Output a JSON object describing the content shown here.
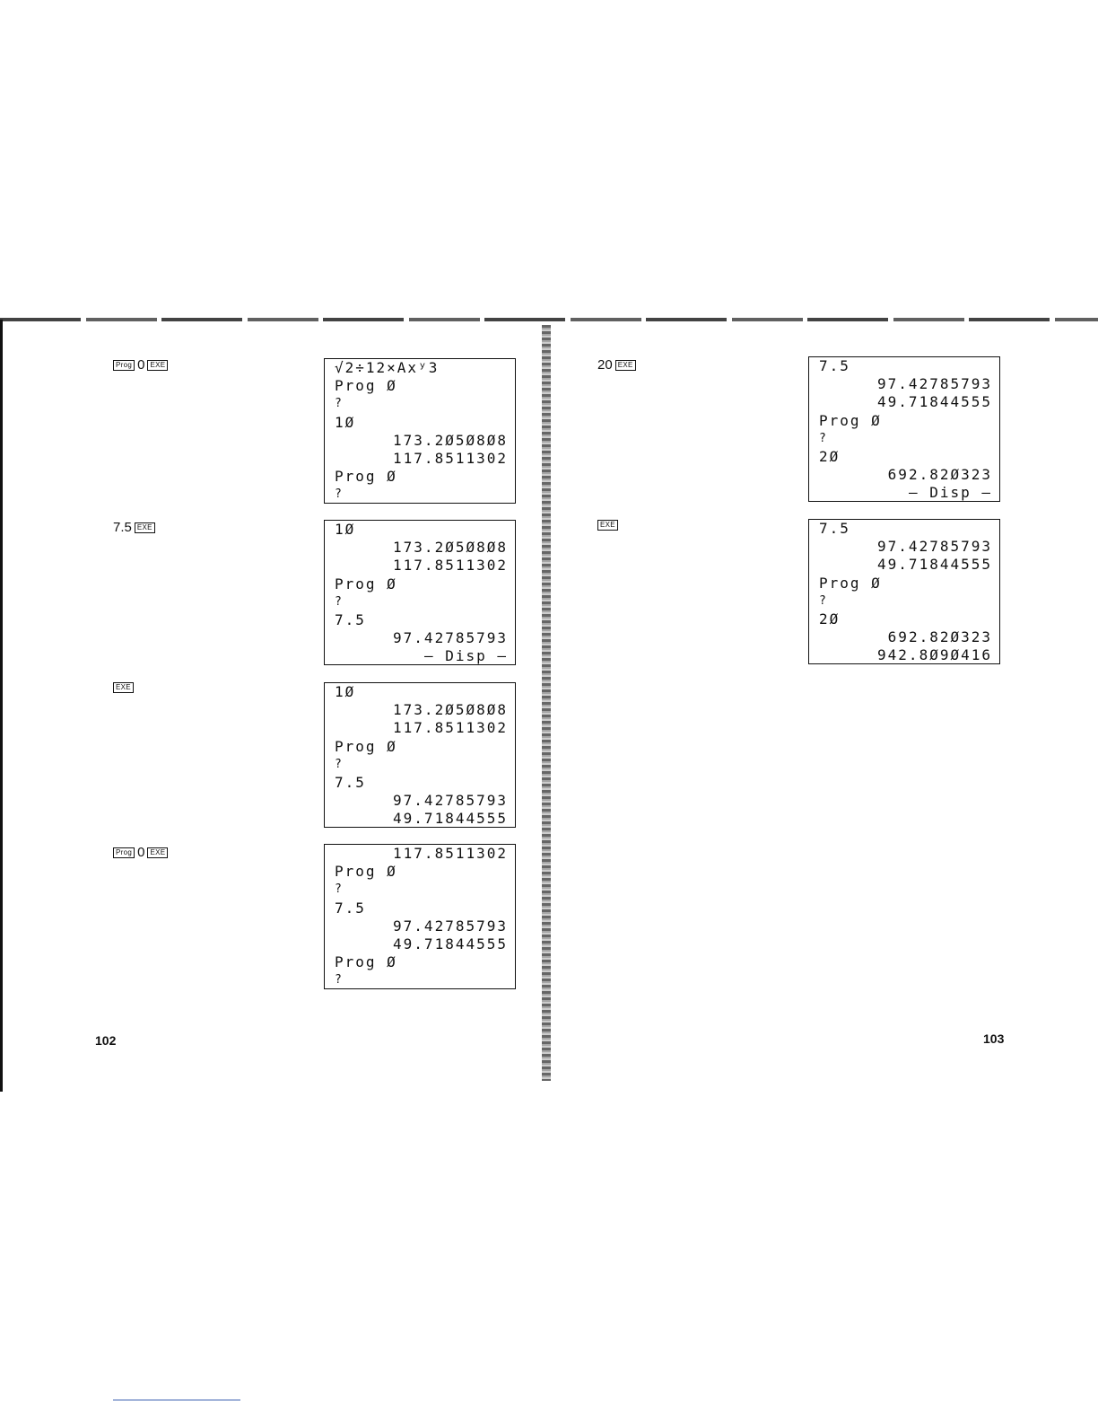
{
  "left_page": {
    "number": "102",
    "steps": [
      {
        "keys": [
          {
            "type": "key",
            "text": "Prog"
          },
          {
            "type": "text",
            "text": "0"
          },
          {
            "type": "key",
            "text": "EXE"
          }
        ],
        "screen": [
          {
            "text": "√2÷12×Axʸ3",
            "align": "left"
          },
          {
            "text": "Prog Ø",
            "align": "left"
          },
          {
            "text": "?",
            "align": "left",
            "small": true
          },
          {
            "text": "1Ø",
            "align": "left"
          },
          {
            "text": "173.2Ø5Ø8Ø8",
            "align": "right"
          },
          {
            "text": "117.8511302",
            "align": "right"
          },
          {
            "text": "Prog Ø",
            "align": "left"
          },
          {
            "text": "?",
            "align": "left",
            "small": true
          }
        ]
      },
      {
        "keys": [
          {
            "type": "text",
            "text": "7.5"
          },
          {
            "type": "key",
            "text": "EXE"
          }
        ],
        "screen": [
          {
            "text": "1Ø",
            "align": "left"
          },
          {
            "text": "173.2Ø5Ø8Ø8",
            "align": "right"
          },
          {
            "text": "117.8511302",
            "align": "right"
          },
          {
            "text": "Prog Ø",
            "align": "left"
          },
          {
            "text": "?",
            "align": "left",
            "small": true
          },
          {
            "text": "7.5",
            "align": "left"
          },
          {
            "text": "97.42785793",
            "align": "right"
          },
          {
            "text": "— Disp —",
            "align": "right"
          }
        ]
      },
      {
        "keys": [
          {
            "type": "key",
            "text": "EXE"
          }
        ],
        "screen": [
          {
            "text": "1Ø",
            "align": "left"
          },
          {
            "text": "173.2Ø5Ø8Ø8",
            "align": "right"
          },
          {
            "text": "117.8511302",
            "align": "right"
          },
          {
            "text": "Prog Ø",
            "align": "left"
          },
          {
            "text": "?",
            "align": "left",
            "small": true
          },
          {
            "text": "7.5",
            "align": "left"
          },
          {
            "text": "97.42785793",
            "align": "right"
          },
          {
            "text": "49.71844555",
            "align": "right"
          }
        ]
      },
      {
        "keys": [
          {
            "type": "key",
            "text": "Prog"
          },
          {
            "type": "text",
            "text": "0"
          },
          {
            "type": "key",
            "text": "EXE"
          }
        ],
        "screen": [
          {
            "text": "117.8511302",
            "align": "right"
          },
          {
            "text": "Prog Ø",
            "align": "left"
          },
          {
            "text": "?",
            "align": "left",
            "small": true
          },
          {
            "text": "7.5",
            "align": "left"
          },
          {
            "text": "97.42785793",
            "align": "right"
          },
          {
            "text": "49.71844555",
            "align": "right"
          },
          {
            "text": "Prog Ø",
            "align": "left"
          },
          {
            "text": "?",
            "align": "left",
            "small": true
          }
        ]
      }
    ]
  },
  "right_page": {
    "number": "103",
    "steps": [
      {
        "keys": [
          {
            "type": "text",
            "text": "20"
          },
          {
            "type": "key",
            "text": "EXE"
          }
        ],
        "screen": [
          {
            "text": "7.5",
            "align": "left"
          },
          {
            "text": "97.42785793",
            "align": "right"
          },
          {
            "text": "49.71844555",
            "align": "right"
          },
          {
            "text": "Prog Ø",
            "align": "left"
          },
          {
            "text": "?",
            "align": "left",
            "small": true
          },
          {
            "text": "2Ø",
            "align": "left"
          },
          {
            "text": "692.82Ø323",
            "align": "right"
          },
          {
            "text": "— Disp —",
            "align": "right"
          }
        ]
      },
      {
        "keys": [
          {
            "type": "key",
            "text": "EXE"
          }
        ],
        "screen": [
          {
            "text": "7.5",
            "align": "left"
          },
          {
            "text": "97.42785793",
            "align": "right"
          },
          {
            "text": "49.71844555",
            "align": "right"
          },
          {
            "text": "Prog Ø",
            "align": "left"
          },
          {
            "text": "?",
            "align": "left",
            "small": true
          },
          {
            "text": "2Ø",
            "align": "left"
          },
          {
            "text": "692.82Ø323",
            "align": "right"
          },
          {
            "text": "942.8Ø9Ø416",
            "align": "right"
          }
        ]
      }
    ]
  }
}
